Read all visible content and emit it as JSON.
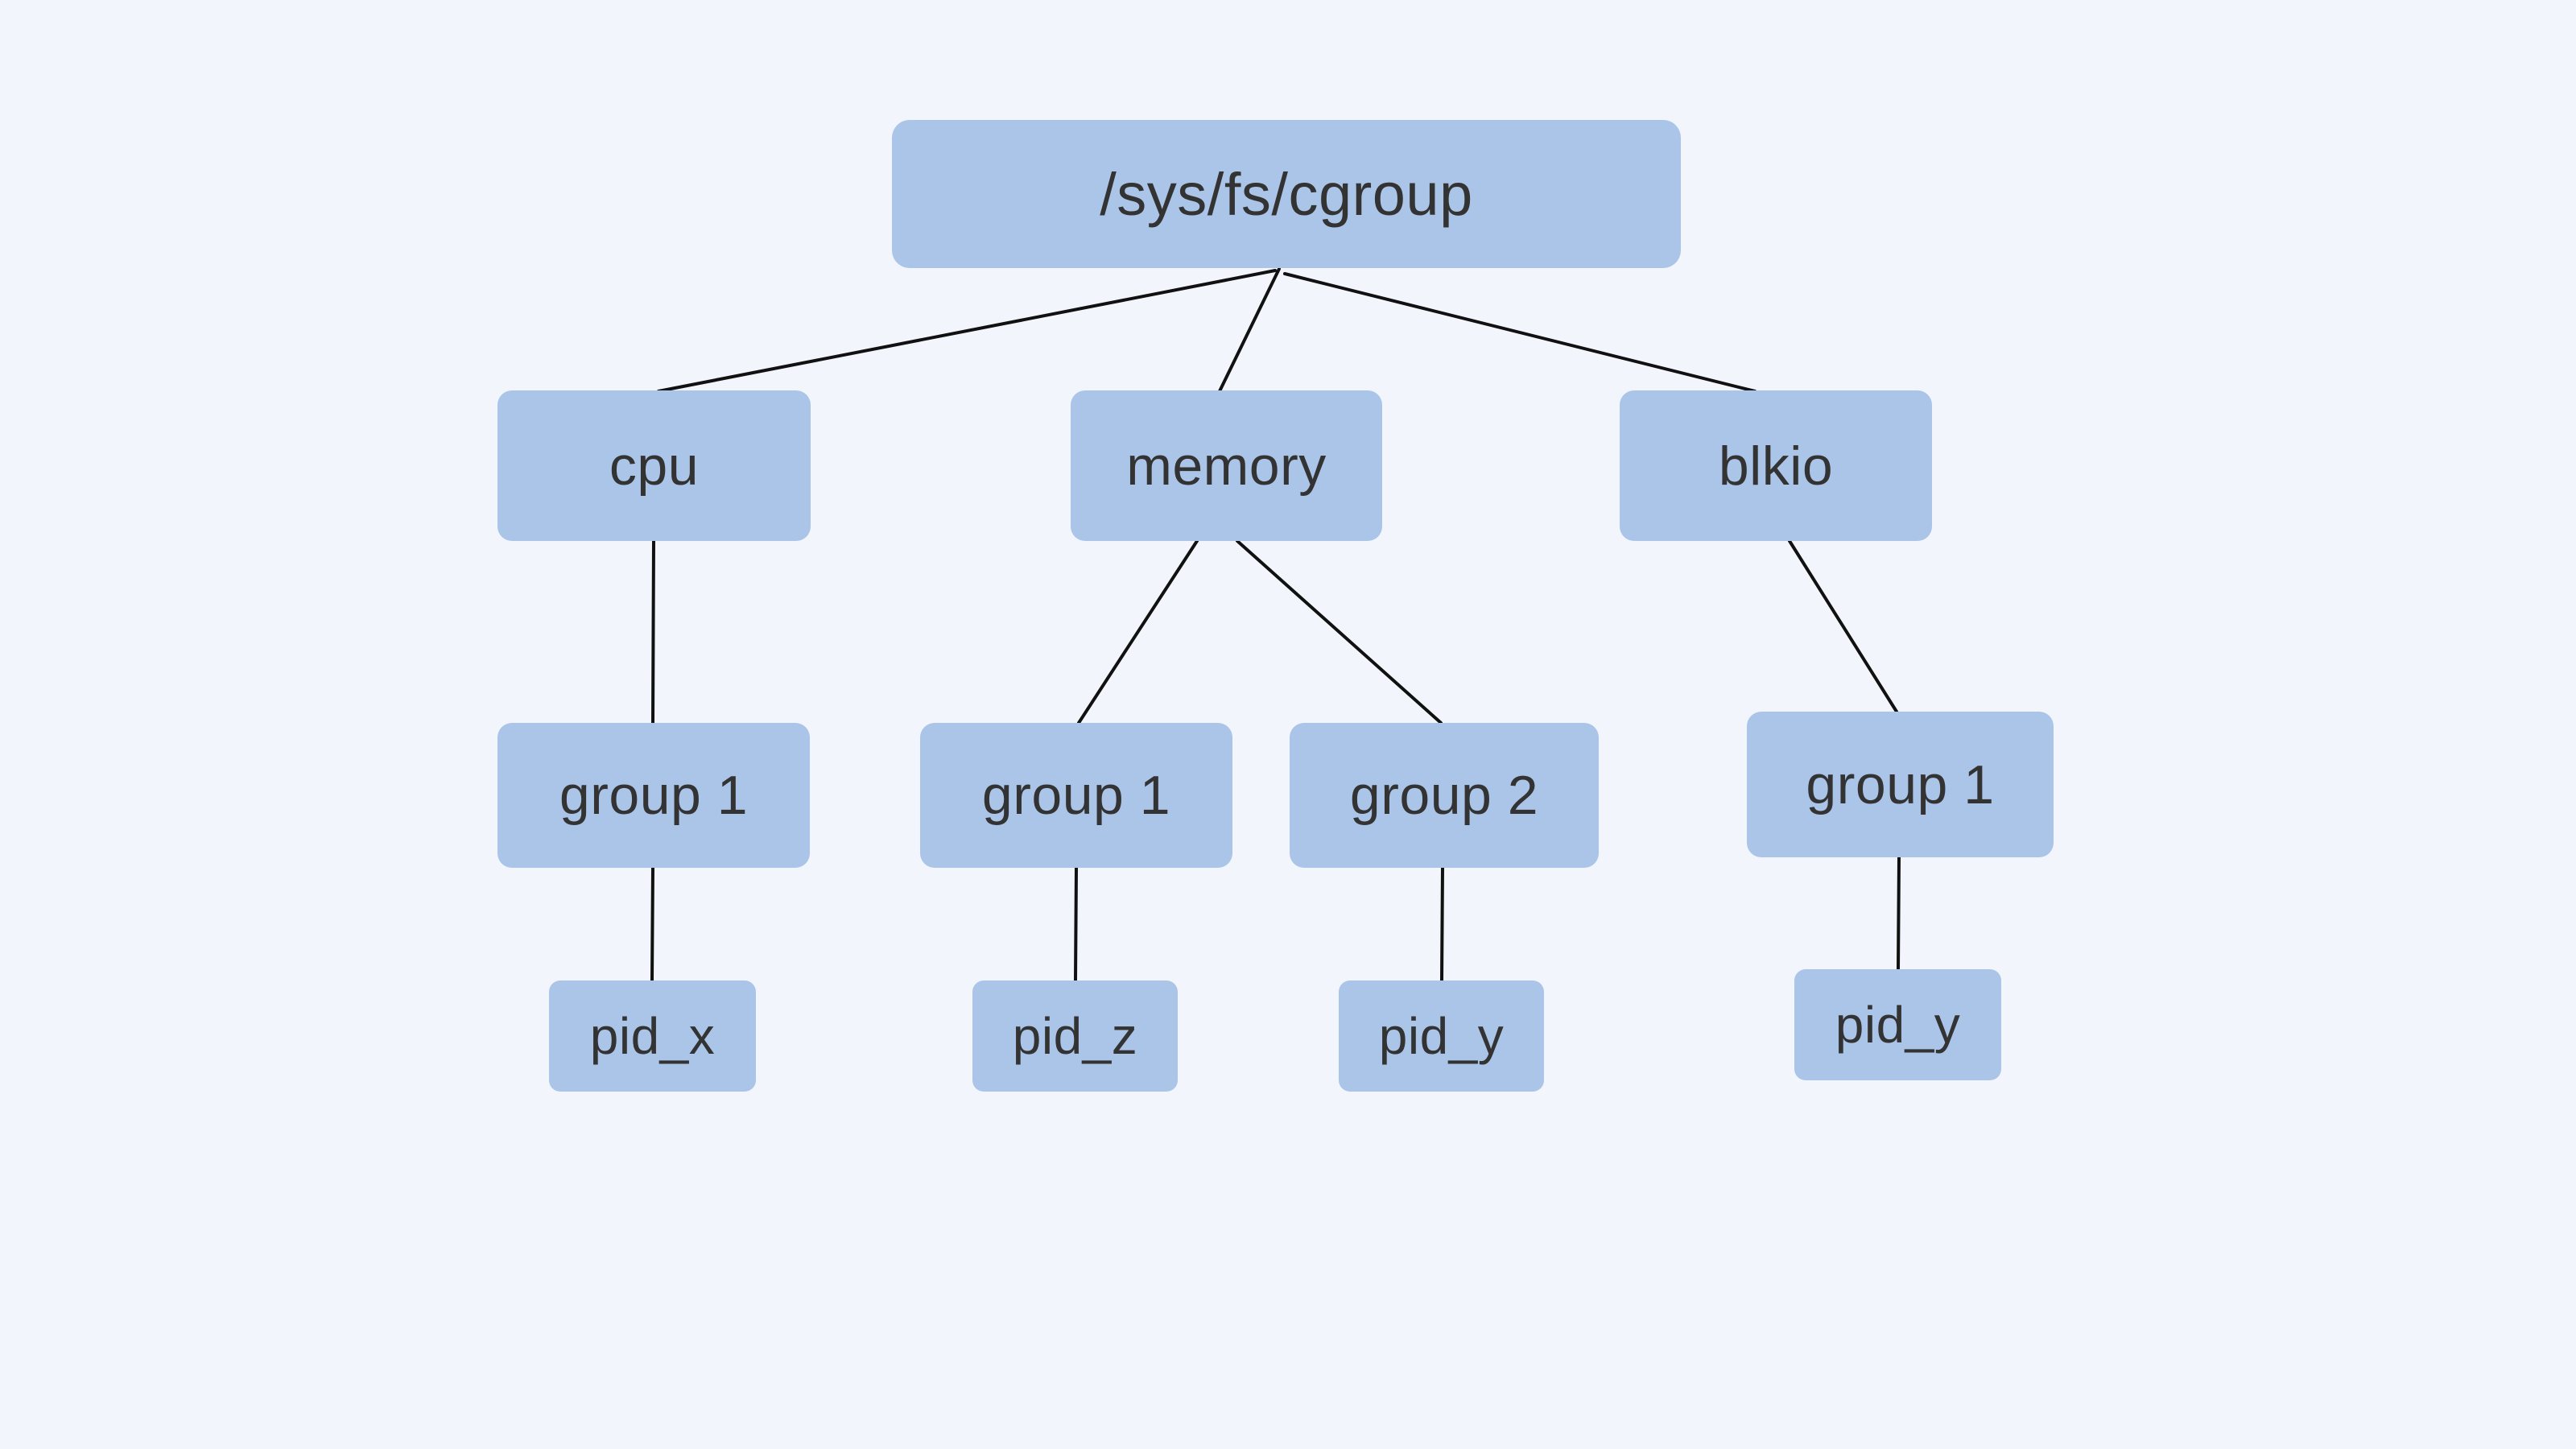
{
  "tree": {
    "root": {
      "label": "/sys/fs/cgroup"
    },
    "controllers": [
      {
        "label": "cpu",
        "groups": [
          {
            "label": "group 1",
            "pids": [
              {
                "label": "pid_x"
              }
            ]
          }
        ]
      },
      {
        "label": "memory",
        "groups": [
          {
            "label": "group 1",
            "pids": [
              {
                "label": "pid_z"
              }
            ]
          },
          {
            "label": "group 2",
            "pids": [
              {
                "label": "pid_y"
              }
            ]
          }
        ]
      },
      {
        "label": "blkio",
        "groups": [
          {
            "label": "group 1",
            "pids": [
              {
                "label": "pid_y"
              }
            ]
          }
        ]
      }
    ]
  },
  "colors": {
    "background": "#f2f5fb",
    "node_fill": "#abc5e9",
    "text": "#333333",
    "line": "#111111"
  }
}
